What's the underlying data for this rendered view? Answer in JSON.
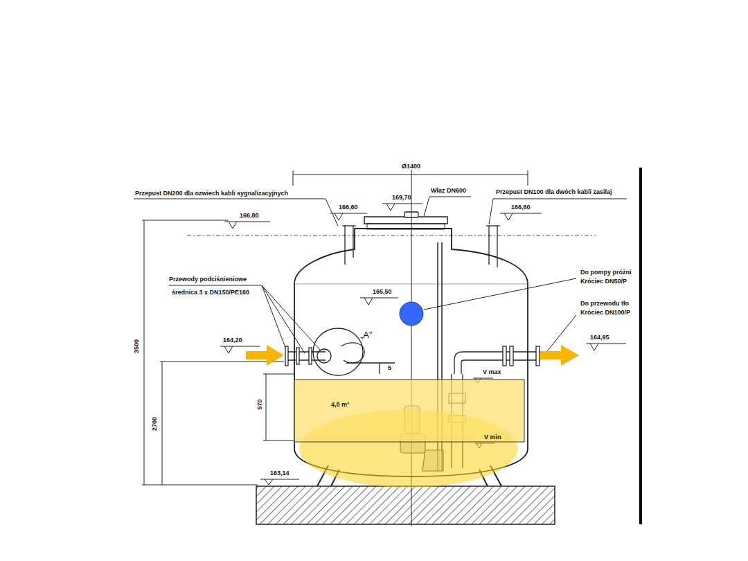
{
  "diagram": {
    "labels": [
      "Przepust DN200 dla ozwiech kabli sygnalizacyjnych",
      "166,80",
      "166,60",
      "169,70",
      "Właz DN600",
      "Przepust DN100 dla dwóch kabli zasilaj",
      "166,60",
      "Przewody podciśnieniowe",
      "średnica 3 x DN150/PE160",
      "165,50",
      "Do pompy próżni",
      "Króciec DN50/P",
      "Do przewodu tło",
      "Króciec DN100/P",
      "164,20",
      "„A”",
      "164,95",
      "V max",
      "5",
      "4,0 m³",
      "V min",
      "163,14",
      "3500",
      "2700",
      "570",
      "Ø1400"
    ]
  }
}
